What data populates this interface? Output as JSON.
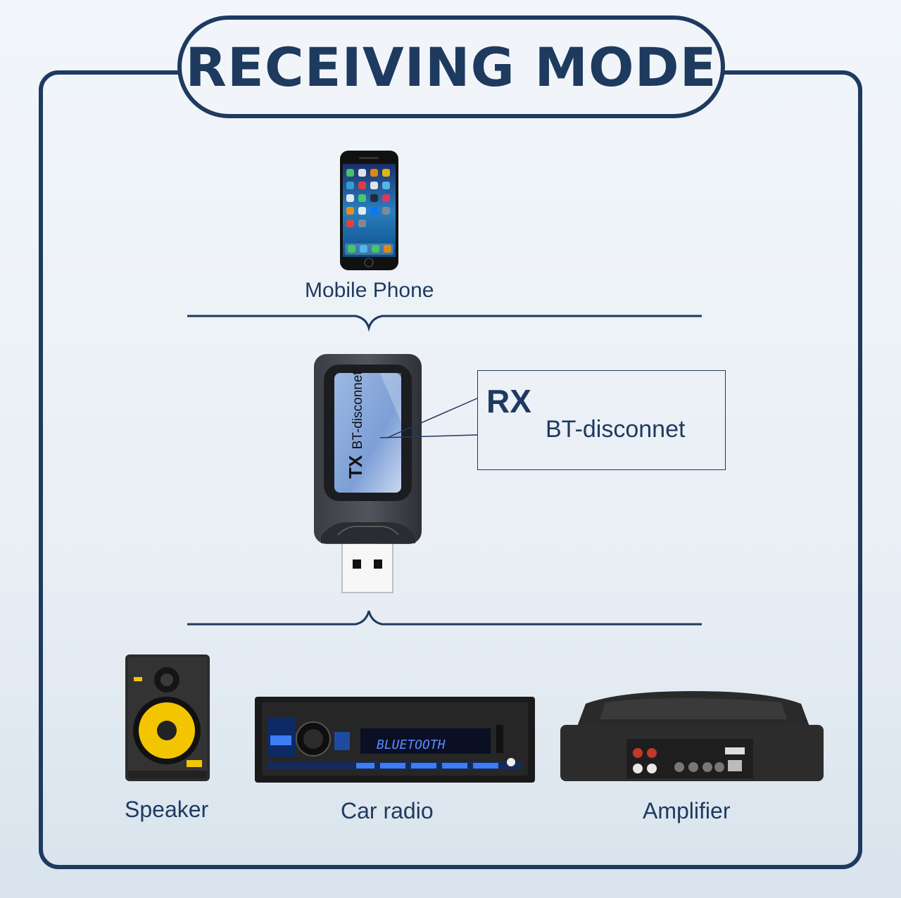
{
  "title": "RECEIVING MODE",
  "source_device": {
    "label": "Mobile Phone",
    "icon": "mobile-phone-icon"
  },
  "adapter": {
    "icon": "bluetooth-usb-adapter-icon",
    "screen_mode": "TX",
    "screen_status": "BT-disconnet"
  },
  "callout": {
    "mode": "RX",
    "status": "BT-disconnet"
  },
  "output_devices": [
    {
      "label": "Speaker",
      "icon": "speaker-icon"
    },
    {
      "label": "Car radio",
      "icon": "car-radio-icon"
    },
    {
      "label": "Amplifier",
      "icon": "amplifier-icon"
    }
  ],
  "colors": {
    "primary": "#1e3a5f",
    "background": "#eef3f8"
  }
}
